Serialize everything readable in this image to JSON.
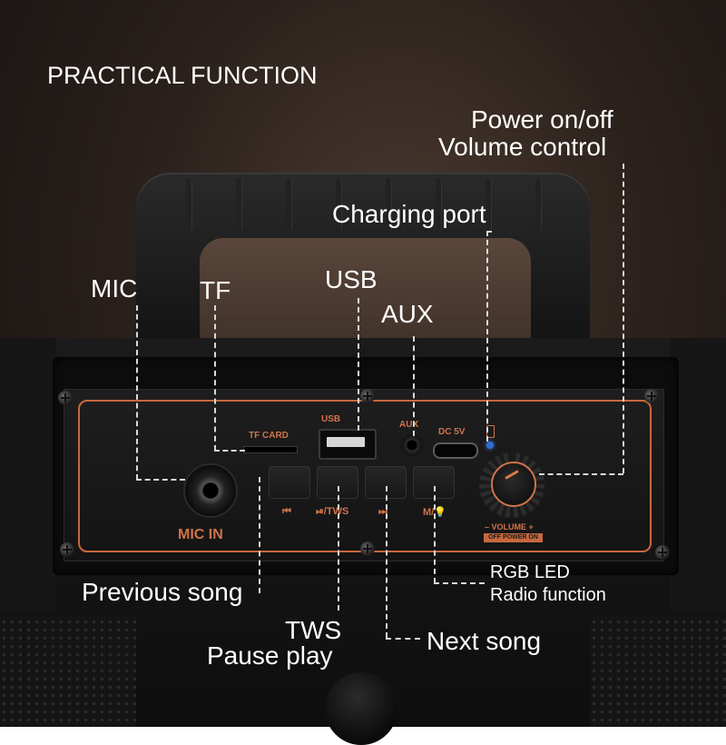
{
  "heading": "PRACTICAL FUNCTION",
  "callouts": {
    "power": "Power on/off",
    "volume": "Volume control",
    "charging": "Charging port",
    "mic": "MIC",
    "tf": "TF",
    "usb": "USB",
    "aux": "AUX",
    "previous": "Previous song",
    "tws": "TWS",
    "pause": "Pause play",
    "next": "Next song",
    "rgb": "RGB LED",
    "radio": "Radio function"
  },
  "panel_labels": {
    "tf_card": "TF CARD",
    "usb": "USB",
    "aux": "AUX",
    "dc": "DC 5V",
    "mic_in": "MIC IN",
    "prev_icon": "⏮",
    "play_icon": "⏯/TWS",
    "next_icon": "⏭",
    "mode_icon": "M/💡",
    "volume": "– VOLUME +",
    "power_box": "OFF POWER ON"
  },
  "colors": {
    "accent": "#d0734a",
    "callout_text": "#ffffff",
    "led": "#2e6fd0"
  }
}
